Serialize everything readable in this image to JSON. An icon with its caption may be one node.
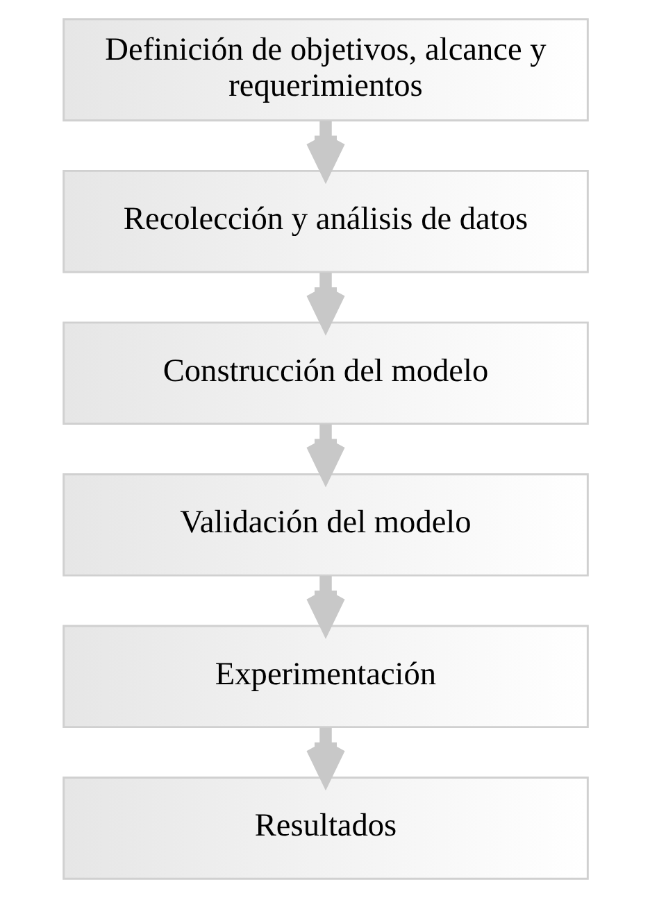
{
  "diagram": {
    "nodes": [
      {
        "text": [
          "Definición de objetivos, alcance y requerimientos"
        ]
      },
      {
        "text": [
          "Recolección y análisis de datos"
        ]
      },
      {
        "text": [
          "Construcción del modelo"
        ]
      },
      {
        "text": [
          "Validación del modelo"
        ]
      },
      {
        "text": [
          "Experimentación"
        ]
      },
      {
        "text": [
          "Resultados"
        ]
      }
    ],
    "edges": [
      {
        "from": 0,
        "to": 1,
        "arrow": "to"
      },
      {
        "from": 1,
        "to": 2,
        "arrow": "to"
      },
      {
        "from": 2,
        "to": 3,
        "arrow": "to"
      },
      {
        "from": 3,
        "to": 4,
        "arrow": "to"
      },
      {
        "from": 4,
        "to": 5,
        "arrow": "to"
      }
    ]
  }
}
